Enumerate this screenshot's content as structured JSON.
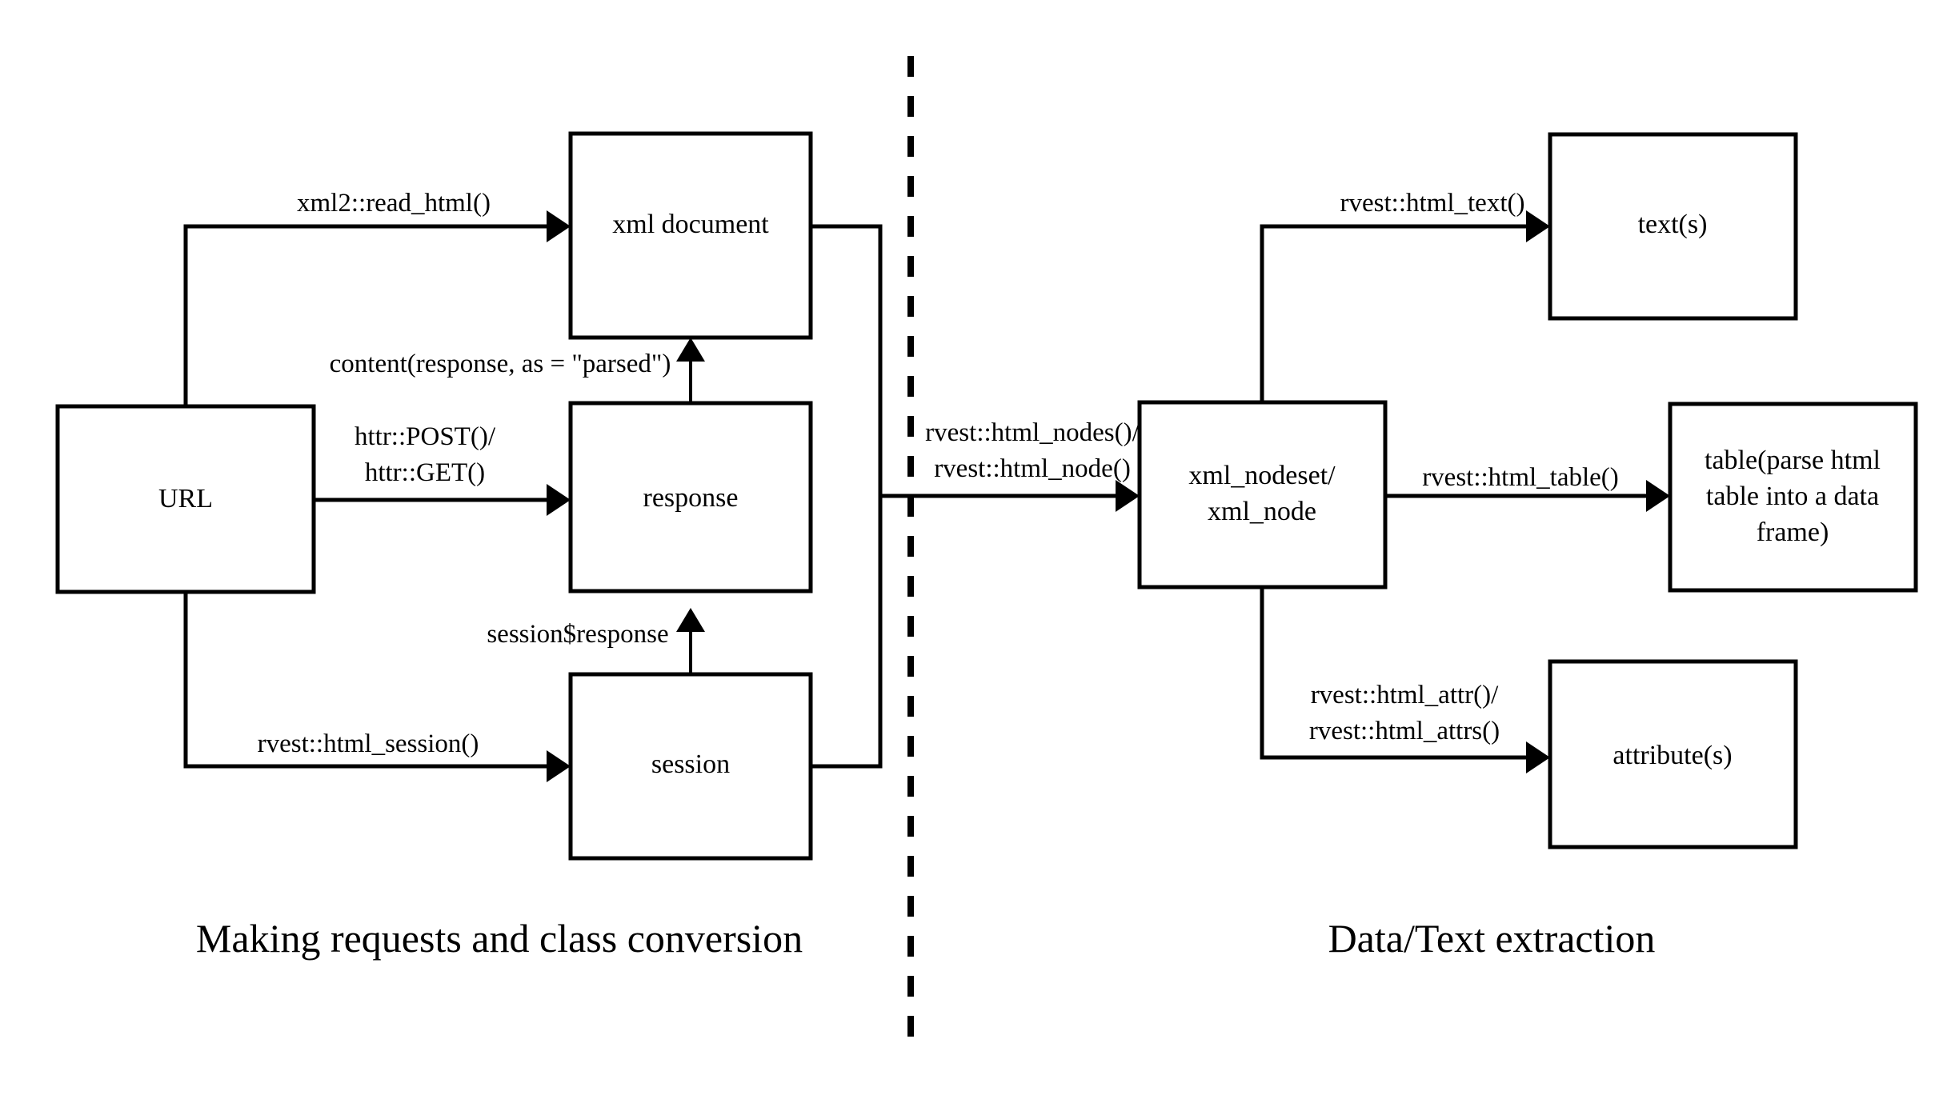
{
  "diagram": {
    "title_visible": false,
    "background_color": "#ffffff",
    "stroke_color": "#000000",
    "sections": [
      {
        "id": "left",
        "caption": "Making requests and class conversion"
      },
      {
        "id": "right",
        "caption": "Data/Text extraction"
      }
    ],
    "divider": {
      "style": "dashed",
      "orientation": "vertical"
    },
    "nodes": [
      {
        "id": "url",
        "label": "URL"
      },
      {
        "id": "xml-document",
        "label": "xml document"
      },
      {
        "id": "response",
        "label": "response"
      },
      {
        "id": "session",
        "label": "session"
      },
      {
        "id": "xml-nodeset",
        "label_line1": "xml_nodeset/",
        "label_line2": "xml_node"
      },
      {
        "id": "texts",
        "label": "text(s)"
      },
      {
        "id": "table",
        "label_line1": "table(parse html",
        "label_line2": "table into a data",
        "label_line3": "frame)"
      },
      {
        "id": "attributes",
        "label": "attribute(s)"
      }
    ],
    "edges": [
      {
        "id": "url-to-xml-document",
        "label": "xml2::read_html()"
      },
      {
        "id": "response-to-xml-document",
        "label": "content(response, as = \"parsed\")"
      },
      {
        "id": "url-to-response",
        "label_line1": "httr::POST()/",
        "label_line2": "httr::GET()"
      },
      {
        "id": "session-to-response",
        "label": "session$response"
      },
      {
        "id": "url-to-session",
        "label": "rvest::html_session()"
      },
      {
        "id": "doc-to-nodeset",
        "label_line1": "rvest::html_nodes()/",
        "label_line2": "rvest::html_node()"
      },
      {
        "id": "nodeset-to-texts",
        "label": "rvest::html_text()"
      },
      {
        "id": "nodeset-to-table",
        "label": "rvest::html_table()"
      },
      {
        "id": "nodeset-to-attributes",
        "label_line1": "rvest::html_attr()/",
        "label_line2": "rvest::html_attrs()"
      }
    ]
  }
}
